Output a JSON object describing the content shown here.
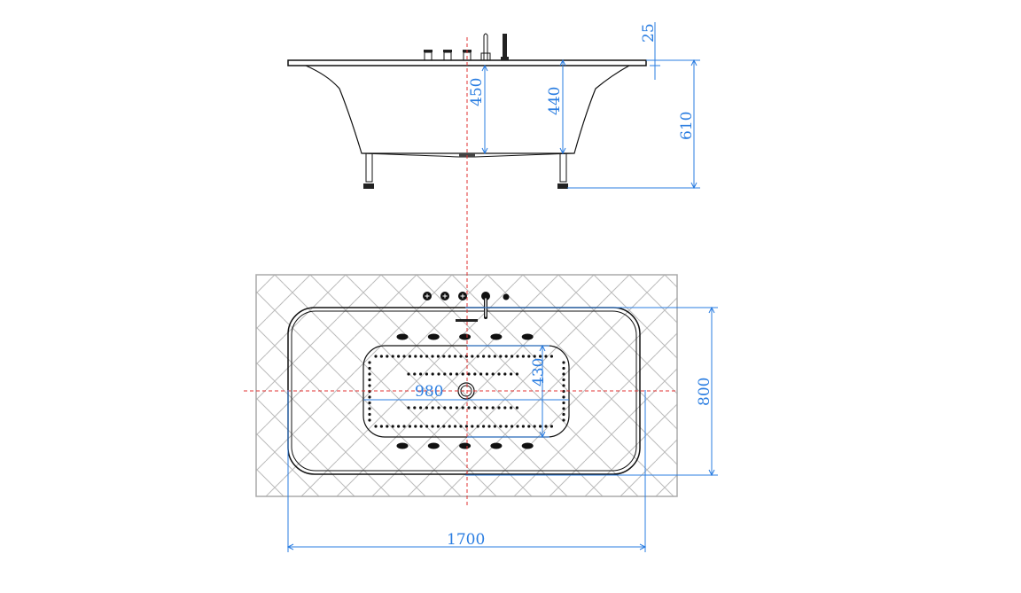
{
  "drawing": {
    "side_view": {
      "dimensions": {
        "rim_thickness": "25",
        "inner_depth_center": "450",
        "inner_depth_side": "440",
        "total_height": "610"
      }
    },
    "plan_view": {
      "dimensions": {
        "length": "1700",
        "width": "800",
        "basin_length": "980",
        "basin_width": "430"
      },
      "jets_per_side": 5,
      "deck_fittings": 5
    },
    "colors": {
      "dimension": "#2a7de1",
      "centerline": "#e03030",
      "outline": "#111111",
      "hatch": "#bbbbbb"
    }
  }
}
